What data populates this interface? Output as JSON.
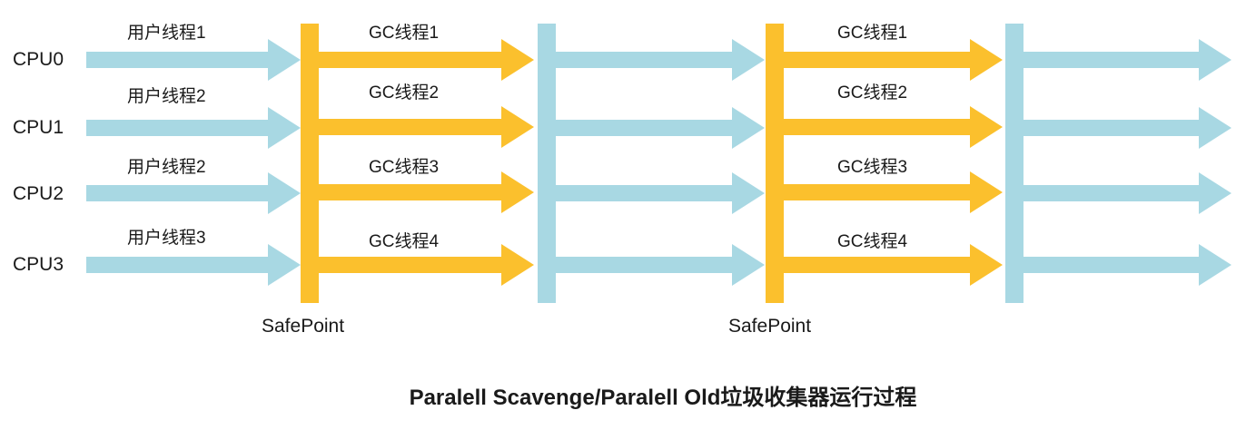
{
  "colors": {
    "user": "#a8d8e3",
    "gc": "#fbc02d",
    "gc_light": "#fdd663",
    "bar_blue": "#a8d8e3",
    "bar_yellow": "#fbc02d"
  },
  "cpus": [
    "CPU0",
    "CPU1",
    "CPU2",
    "CPU3"
  ],
  "user_threads": [
    "用户线程1",
    "用户线程2",
    "用户线程2",
    "用户线程3"
  ],
  "gc_threads_1": [
    "GC线程1",
    "GC线程2",
    "GC线程3",
    "GC线程4"
  ],
  "gc_threads_2": [
    "GC线程1",
    "GC线程2",
    "GC线程3",
    "GC线程4"
  ],
  "safepoints": [
    "SafePoint",
    "SafePoint"
  ],
  "title": "Paralell Scavenge/Paralell Old垃圾收集器运行过程"
}
